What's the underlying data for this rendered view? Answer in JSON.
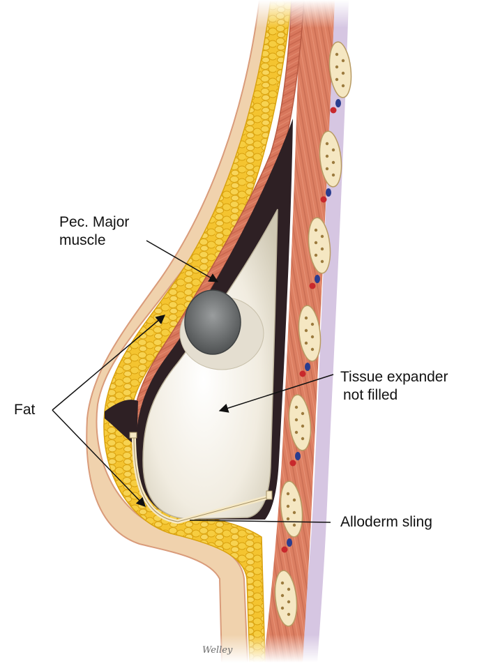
{
  "labels": {
    "pec_major": [
      "Pec. Major",
      "muscle"
    ],
    "fat": "Fat",
    "tissue_expander": [
      "Tissue expander",
      "not filled"
    ],
    "alloderm": "Alloderm sling"
  },
  "signature": "Welley",
  "colors": {
    "skin": "#f0d2ad",
    "skin_edge": "#d99b7a",
    "fat": "#f4c430",
    "fat_lobule": "#e0a90f",
    "muscle": "#d8775c",
    "muscle_dark": "#b85a42",
    "expander": "#f4f0e4",
    "expander_shade": "#d9d2bd",
    "pocket": "#2e2024",
    "rib": "#f5e7c2",
    "fascia": "#c9b6d8",
    "vessel_red": "#c8282c",
    "vessel_blue": "#2a3d8f",
    "alloderm": "#f6e9c6",
    "port": "#6f7273"
  }
}
